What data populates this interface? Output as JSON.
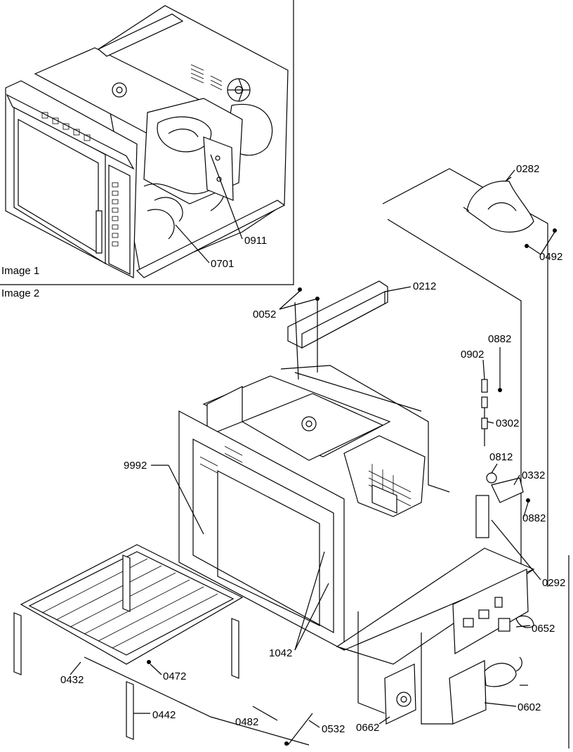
{
  "captions": {
    "image1": "Image 1",
    "image2": "Image 2"
  },
  "parts": {
    "p0282": "0282",
    "p0492": "0492",
    "p0212": "0212",
    "p0052": "0052",
    "p0882a": "0882",
    "p0902": "0902",
    "p0302": "0302",
    "p0812": "0812",
    "p0332": "0332",
    "p0882b": "0882",
    "p9992": "9992",
    "p0292": "0292",
    "p0652": "0652",
    "p1042": "1042",
    "p0432": "0432",
    "p0472": "0472",
    "p0442": "0442",
    "p0482": "0482",
    "p0532": "0532",
    "p0662": "0662",
    "p0602": "0602",
    "p0911": "0911",
    "p0701": "0701"
  }
}
